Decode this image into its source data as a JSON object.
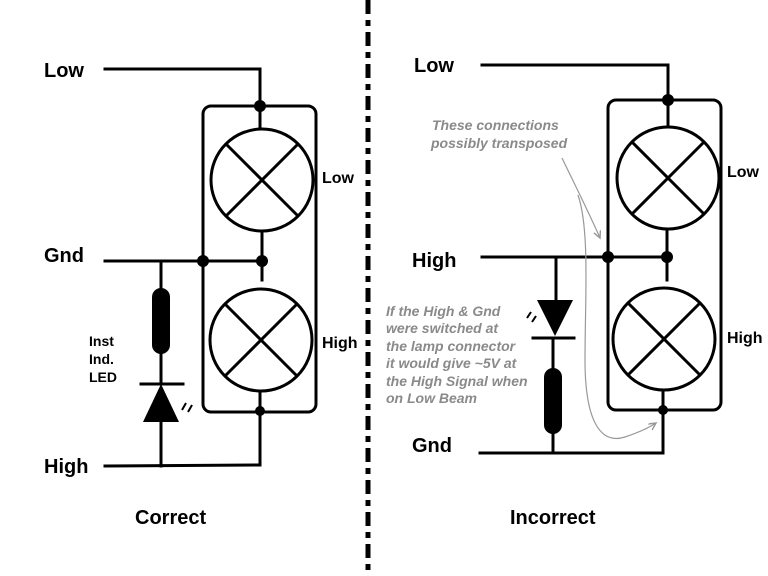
{
  "divider": {
    "style": "dash-dot"
  },
  "left": {
    "caption": "Correct",
    "terminals": {
      "top": "Low",
      "middle": "Gnd",
      "bottom": "High"
    },
    "lamps": {
      "upper": "Low",
      "lower": "High"
    },
    "led_label": [
      "Inst",
      "Ind.",
      "LED"
    ]
  },
  "right": {
    "caption": "Incorrect",
    "terminals": {
      "top": "Low",
      "middle": "High",
      "bottom": "Gnd"
    },
    "lamps": {
      "upper": "Low",
      "lower": "High"
    },
    "note_top": [
      "These connections",
      "possibly transposed"
    ],
    "note_side": [
      "If the High & Gnd",
      "were switched at",
      "the lamp connector",
      "it would give ~5V at",
      "the High Signal when",
      "on Low Beam"
    ]
  }
}
